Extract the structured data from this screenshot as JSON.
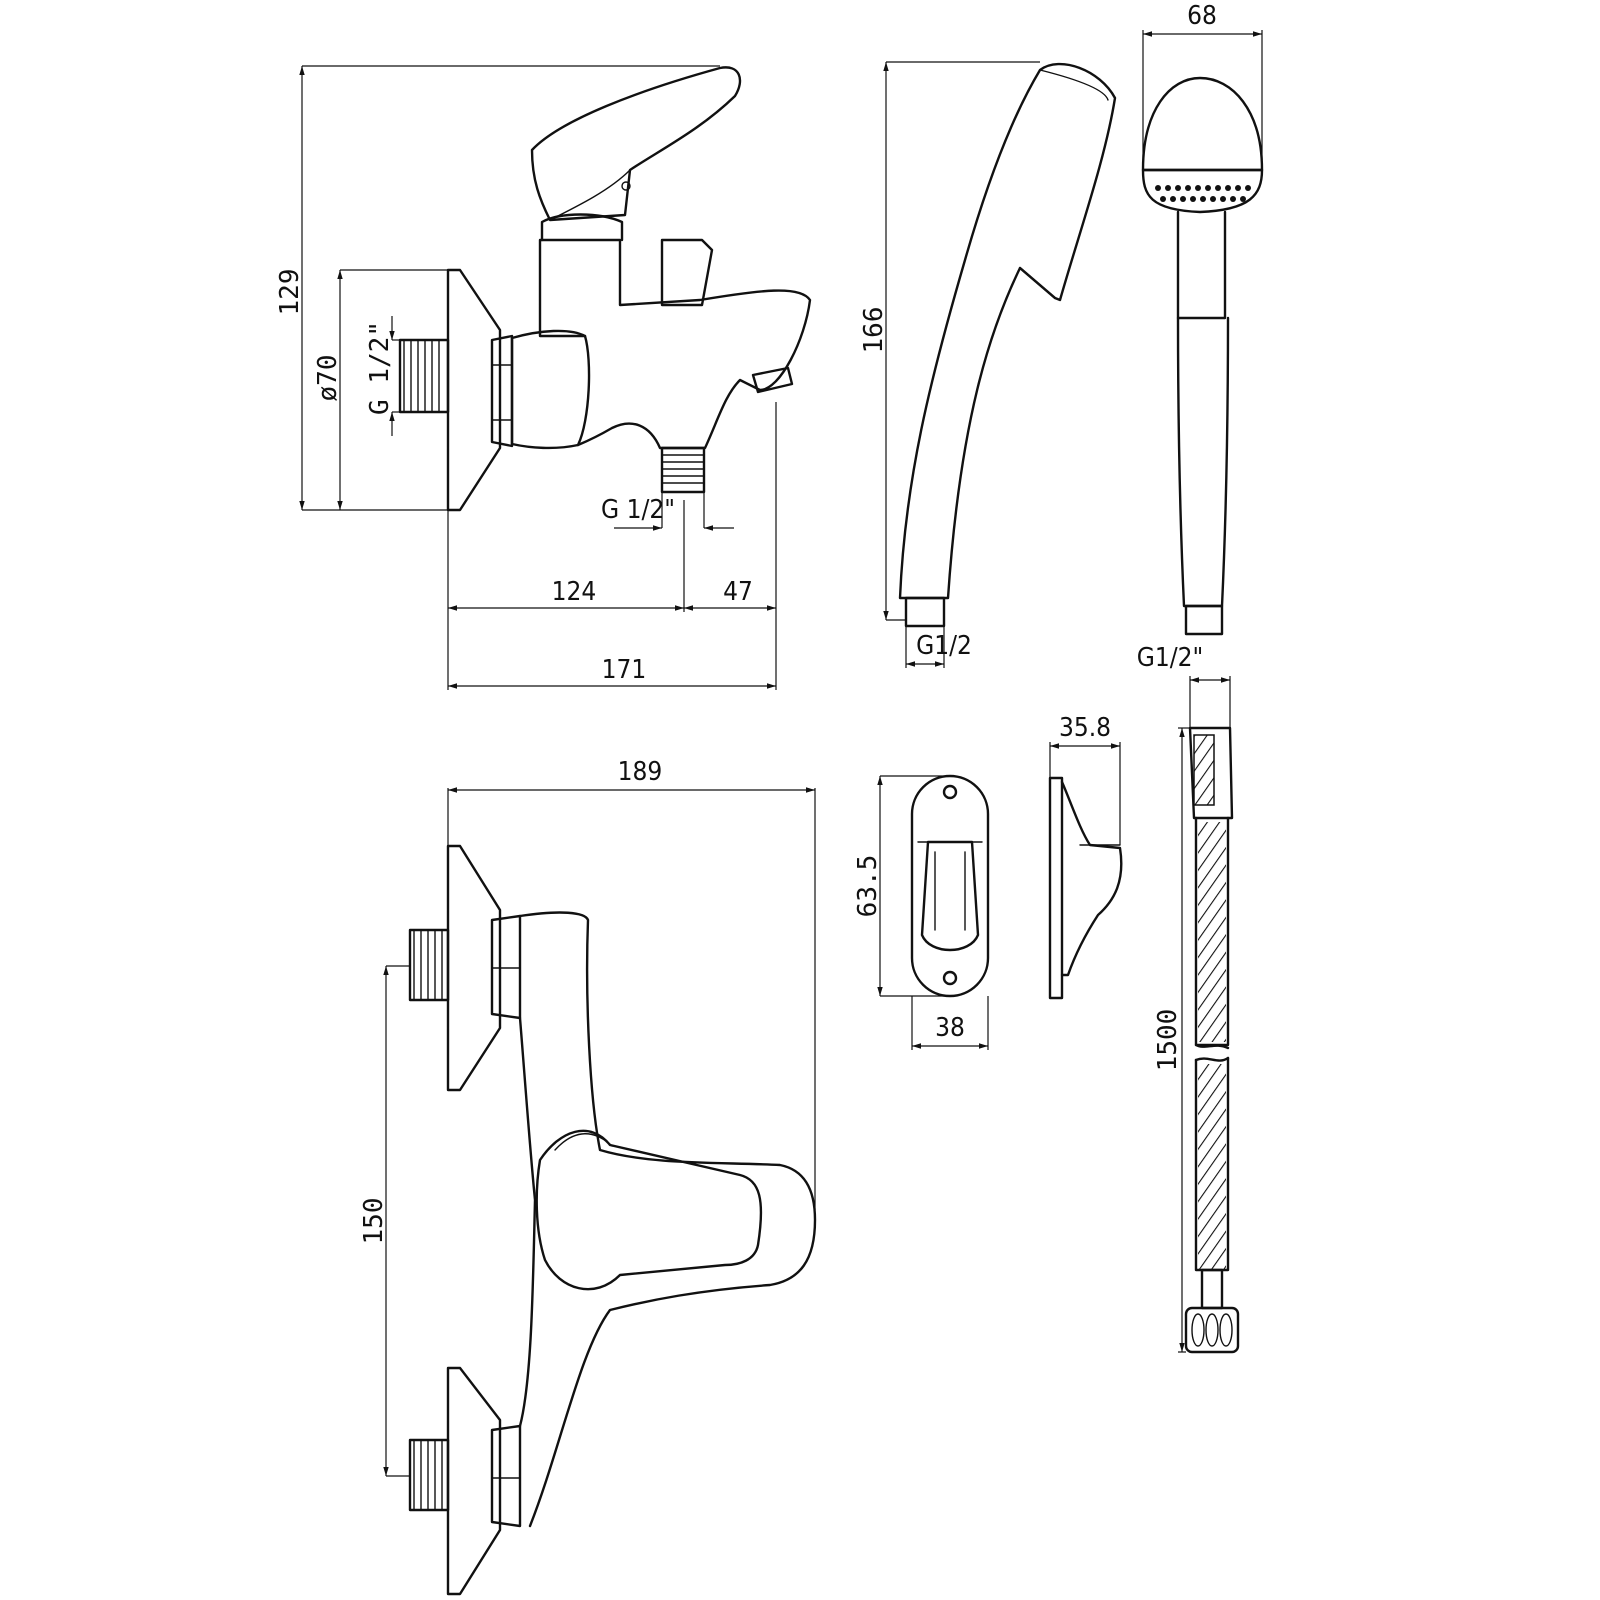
{
  "dimensions": {
    "height_129": "129",
    "dia_70": "ø70",
    "thread_g12_inlet": "G 1/2\"",
    "thread_g12_outlet": "G 1/2\"",
    "len_124": "124",
    "len_47": "47",
    "len_171": "171",
    "len_166": "166",
    "thread_g12_handle": "G1/2",
    "width_68": "68",
    "thread_g12_hose": "G1/2\"",
    "width_189": "189",
    "centre_150": "150",
    "height_63_5": "63.5",
    "width_38": "38",
    "depth_35_8": "35.8",
    "hose_1500": "1500"
  }
}
